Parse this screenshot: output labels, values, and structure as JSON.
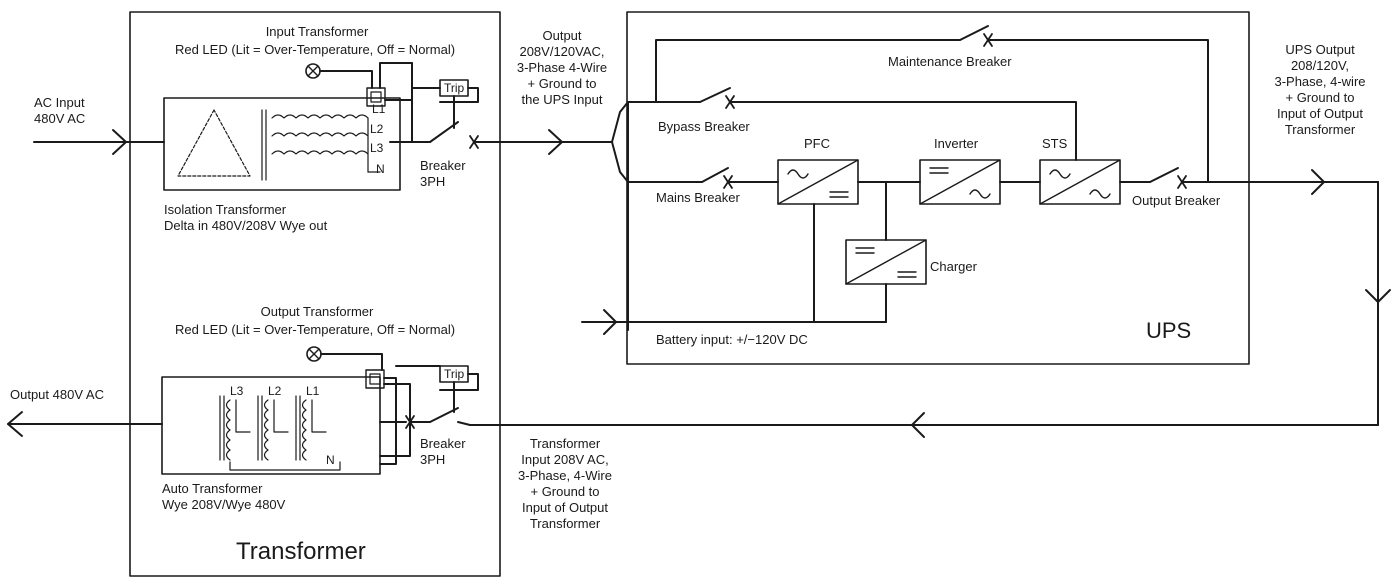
{
  "diagram": {
    "ac_input": [
      "AC Input",
      "480V AC"
    ],
    "input_transformer_title": "Input Transformer",
    "input_led_desc": "Red LED (Lit = Over-Temperature, Off = Normal)",
    "output_transformer_title": "Output Transformer",
    "output_led_desc": "Red LED (Lit = Over-Temperature, Off = Normal)",
    "isolation_transformer": [
      "Isolation Transformer",
      "Delta in 480V/208V Wye out"
    ],
    "auto_transformer": [
      "Auto Transformer",
      "Wye 208V/Wye 480V"
    ],
    "transformer_box_label": "Transformer",
    "trip_top": "Trip",
    "trip_bottom": "Trip",
    "breaker_top": [
      "Breaker",
      "3PH"
    ],
    "breaker_bottom": [
      "Breaker",
      "3PH"
    ],
    "phase_labels_top": [
      "L1",
      "L2",
      "L3",
      "N"
    ],
    "phase_labels_bottom": [
      "L3",
      "L2",
      "L1",
      "N"
    ],
    "output_to_ups": [
      "Output",
      "208V/120VAC,",
      "3-Phase 4-Wire",
      "+ Ground to",
      "the UPS Input"
    ],
    "output_480": "Output 480V AC",
    "transformer_input": [
      "Transformer",
      "Input 208V AC,",
      "3-Phase, 4-Wire",
      "+ Ground to",
      "Input of Output",
      "Transformer"
    ],
    "ups_output": [
      "UPS Output",
      "208/120V,",
      "3-Phase, 4-wire",
      "+ Ground to",
      "Input of Output",
      "Transformer"
    ],
    "maintenance_breaker": "Maintenance Breaker",
    "bypass_breaker": "Bypass Breaker",
    "mains_breaker": "Mains Breaker",
    "pfc": "PFC",
    "inverter": "Inverter",
    "sts": "STS",
    "output_breaker": "Output Breaker",
    "charger": "Charger",
    "battery_input": "Battery input: +/−120V DC",
    "ups_label": "UPS"
  }
}
